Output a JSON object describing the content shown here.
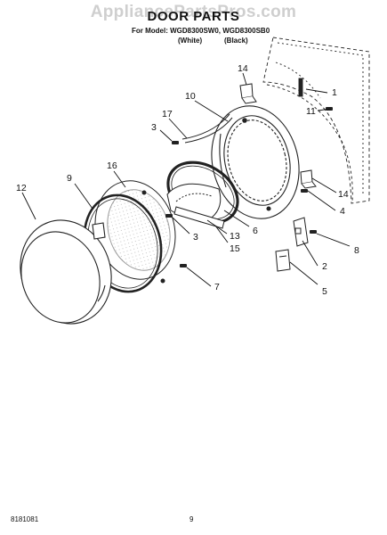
{
  "watermark": "AppliancePartsPros.com",
  "header": {
    "title": "DOOR PARTS",
    "model_line": "For Model: WGD8300SW0, WGD8300SB0",
    "variant_white": "(White)",
    "variant_black": "(Black)"
  },
  "callouts": [
    "1",
    "2",
    "3",
    "3",
    "4",
    "5",
    "6",
    "7",
    "8",
    "9",
    "10",
    "11",
    "12",
    "13",
    "14",
    "14",
    "15",
    "16",
    "17"
  ],
  "footer": {
    "doc_number": "8181081",
    "page_number": "9"
  }
}
